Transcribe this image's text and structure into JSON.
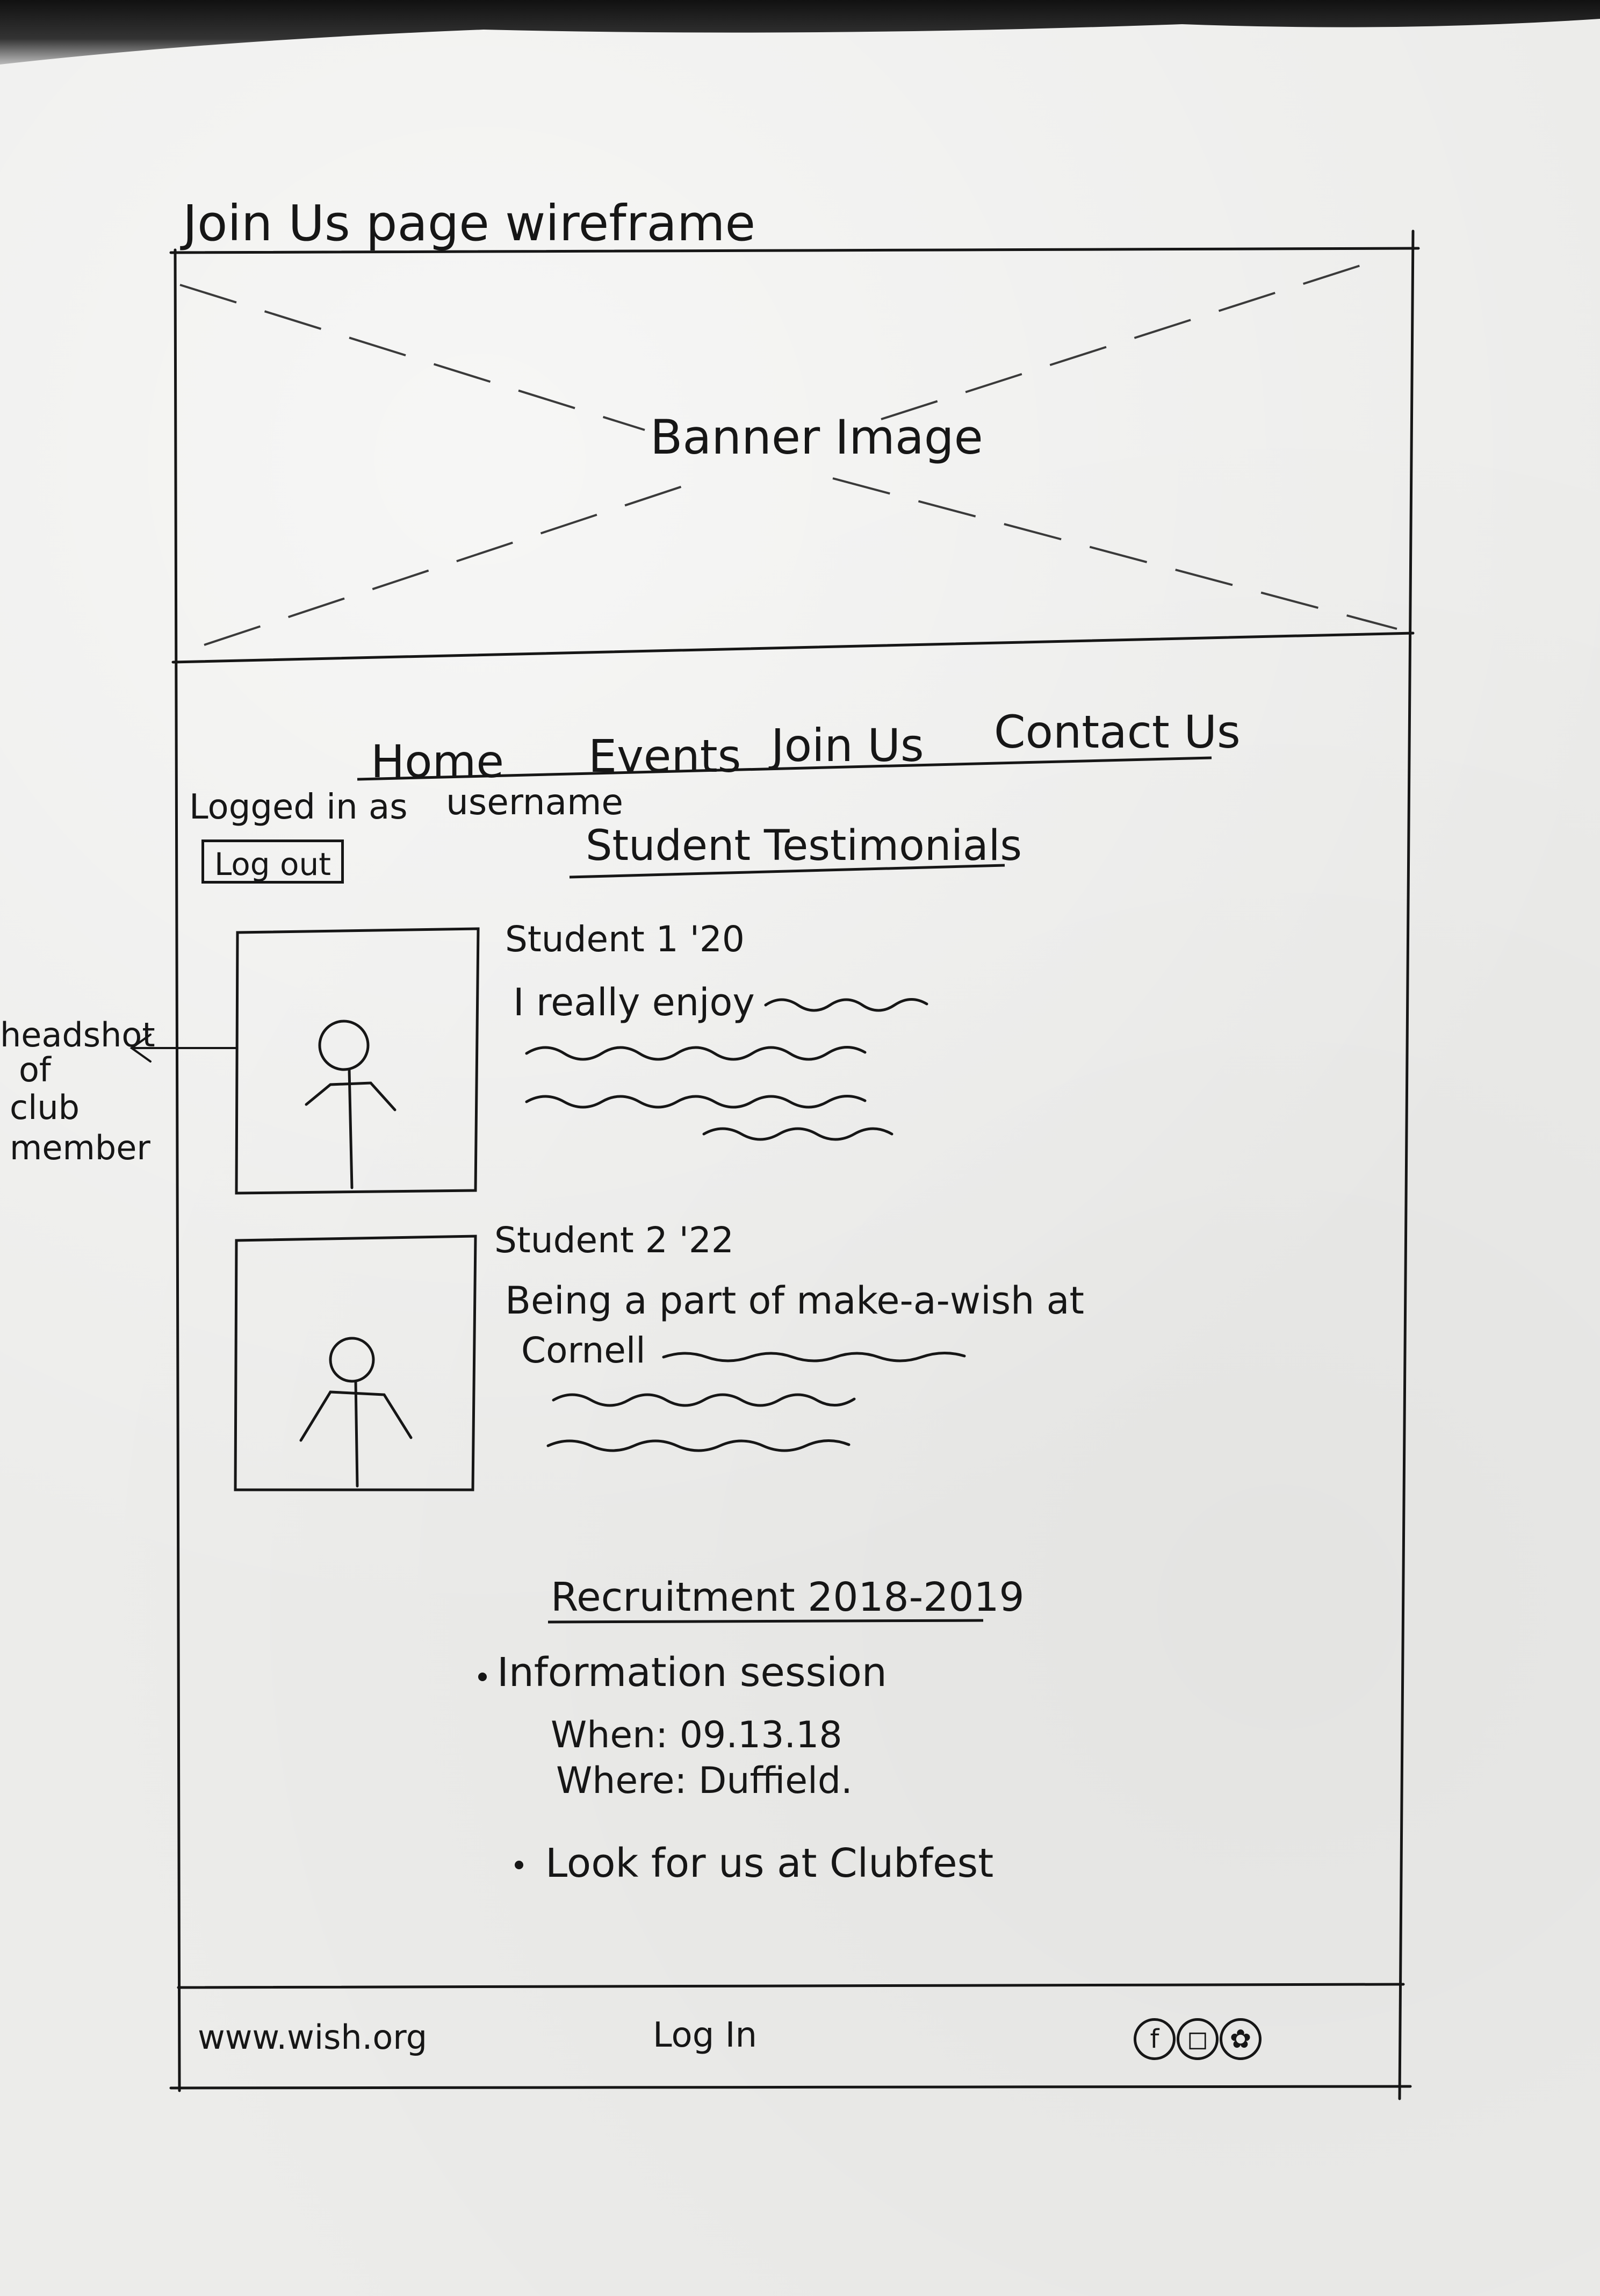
{
  "page_title": "Join Us page wireframe",
  "banner": {
    "label": "Banner Image"
  },
  "nav": {
    "items": [
      {
        "label": "Home"
      },
      {
        "label": "Events"
      },
      {
        "label": "Join Us"
      },
      {
        "label": "Contact Us"
      }
    ]
  },
  "session": {
    "logged_in_label": "Logged in as",
    "username": "username",
    "logout_label": "Log out"
  },
  "testimonials": {
    "heading": "Student Testimonials",
    "items": [
      {
        "name": "Student 1 '20",
        "quote_start": "I really enjoy",
        "quote_continued": ""
      },
      {
        "name": "Student 2 '22",
        "quote_start": "Being a part of make-a-wish at",
        "quote_continued": "Cornell"
      }
    ]
  },
  "annotation": {
    "lines": [
      "headshot",
      "of",
      "club",
      "member"
    ]
  },
  "recruitment": {
    "heading": "Recruitment 2018-2019",
    "info_session": "Information session",
    "when": "When: 09.13.18",
    "where": "Where: Duffield.",
    "clubfest": "Look for us at Clubfest"
  },
  "footer": {
    "url": "www.wish.org",
    "login_label": "Log In",
    "social": [
      {
        "icon": "facebook-icon",
        "glyph": "f"
      },
      {
        "icon": "instagram-icon",
        "glyph": "◻"
      },
      {
        "icon": "twitter-icon",
        "glyph": "✿"
      }
    ]
  }
}
